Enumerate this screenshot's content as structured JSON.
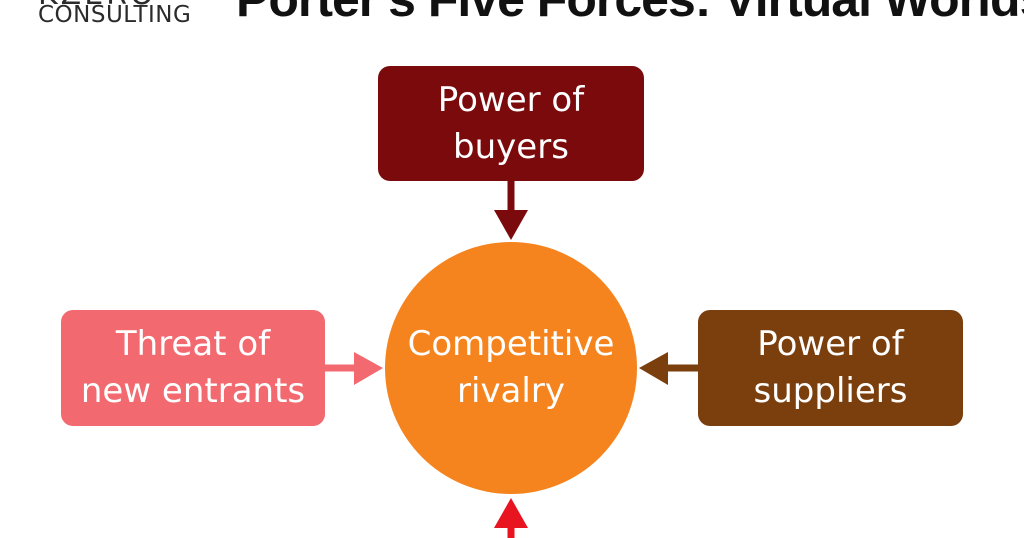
{
  "logo": {
    "top_text": "KZERO",
    "bottom_text": "CONSULTING"
  },
  "title": "Porter's Five Forces: Virtual Worlds",
  "forces": {
    "buyers": "Power of\nbuyers",
    "entrants": "Threat of\nnew entrants",
    "suppliers": "Power of\nsuppliers",
    "rivalry": "Competitive\nrivalry"
  },
  "colors": {
    "buyers": "#7b0a0d",
    "entrants": "#f2696f",
    "suppliers": "#7b3f0d",
    "rivalry": "#f5841f",
    "bottom_arrow": "#e8141f"
  }
}
